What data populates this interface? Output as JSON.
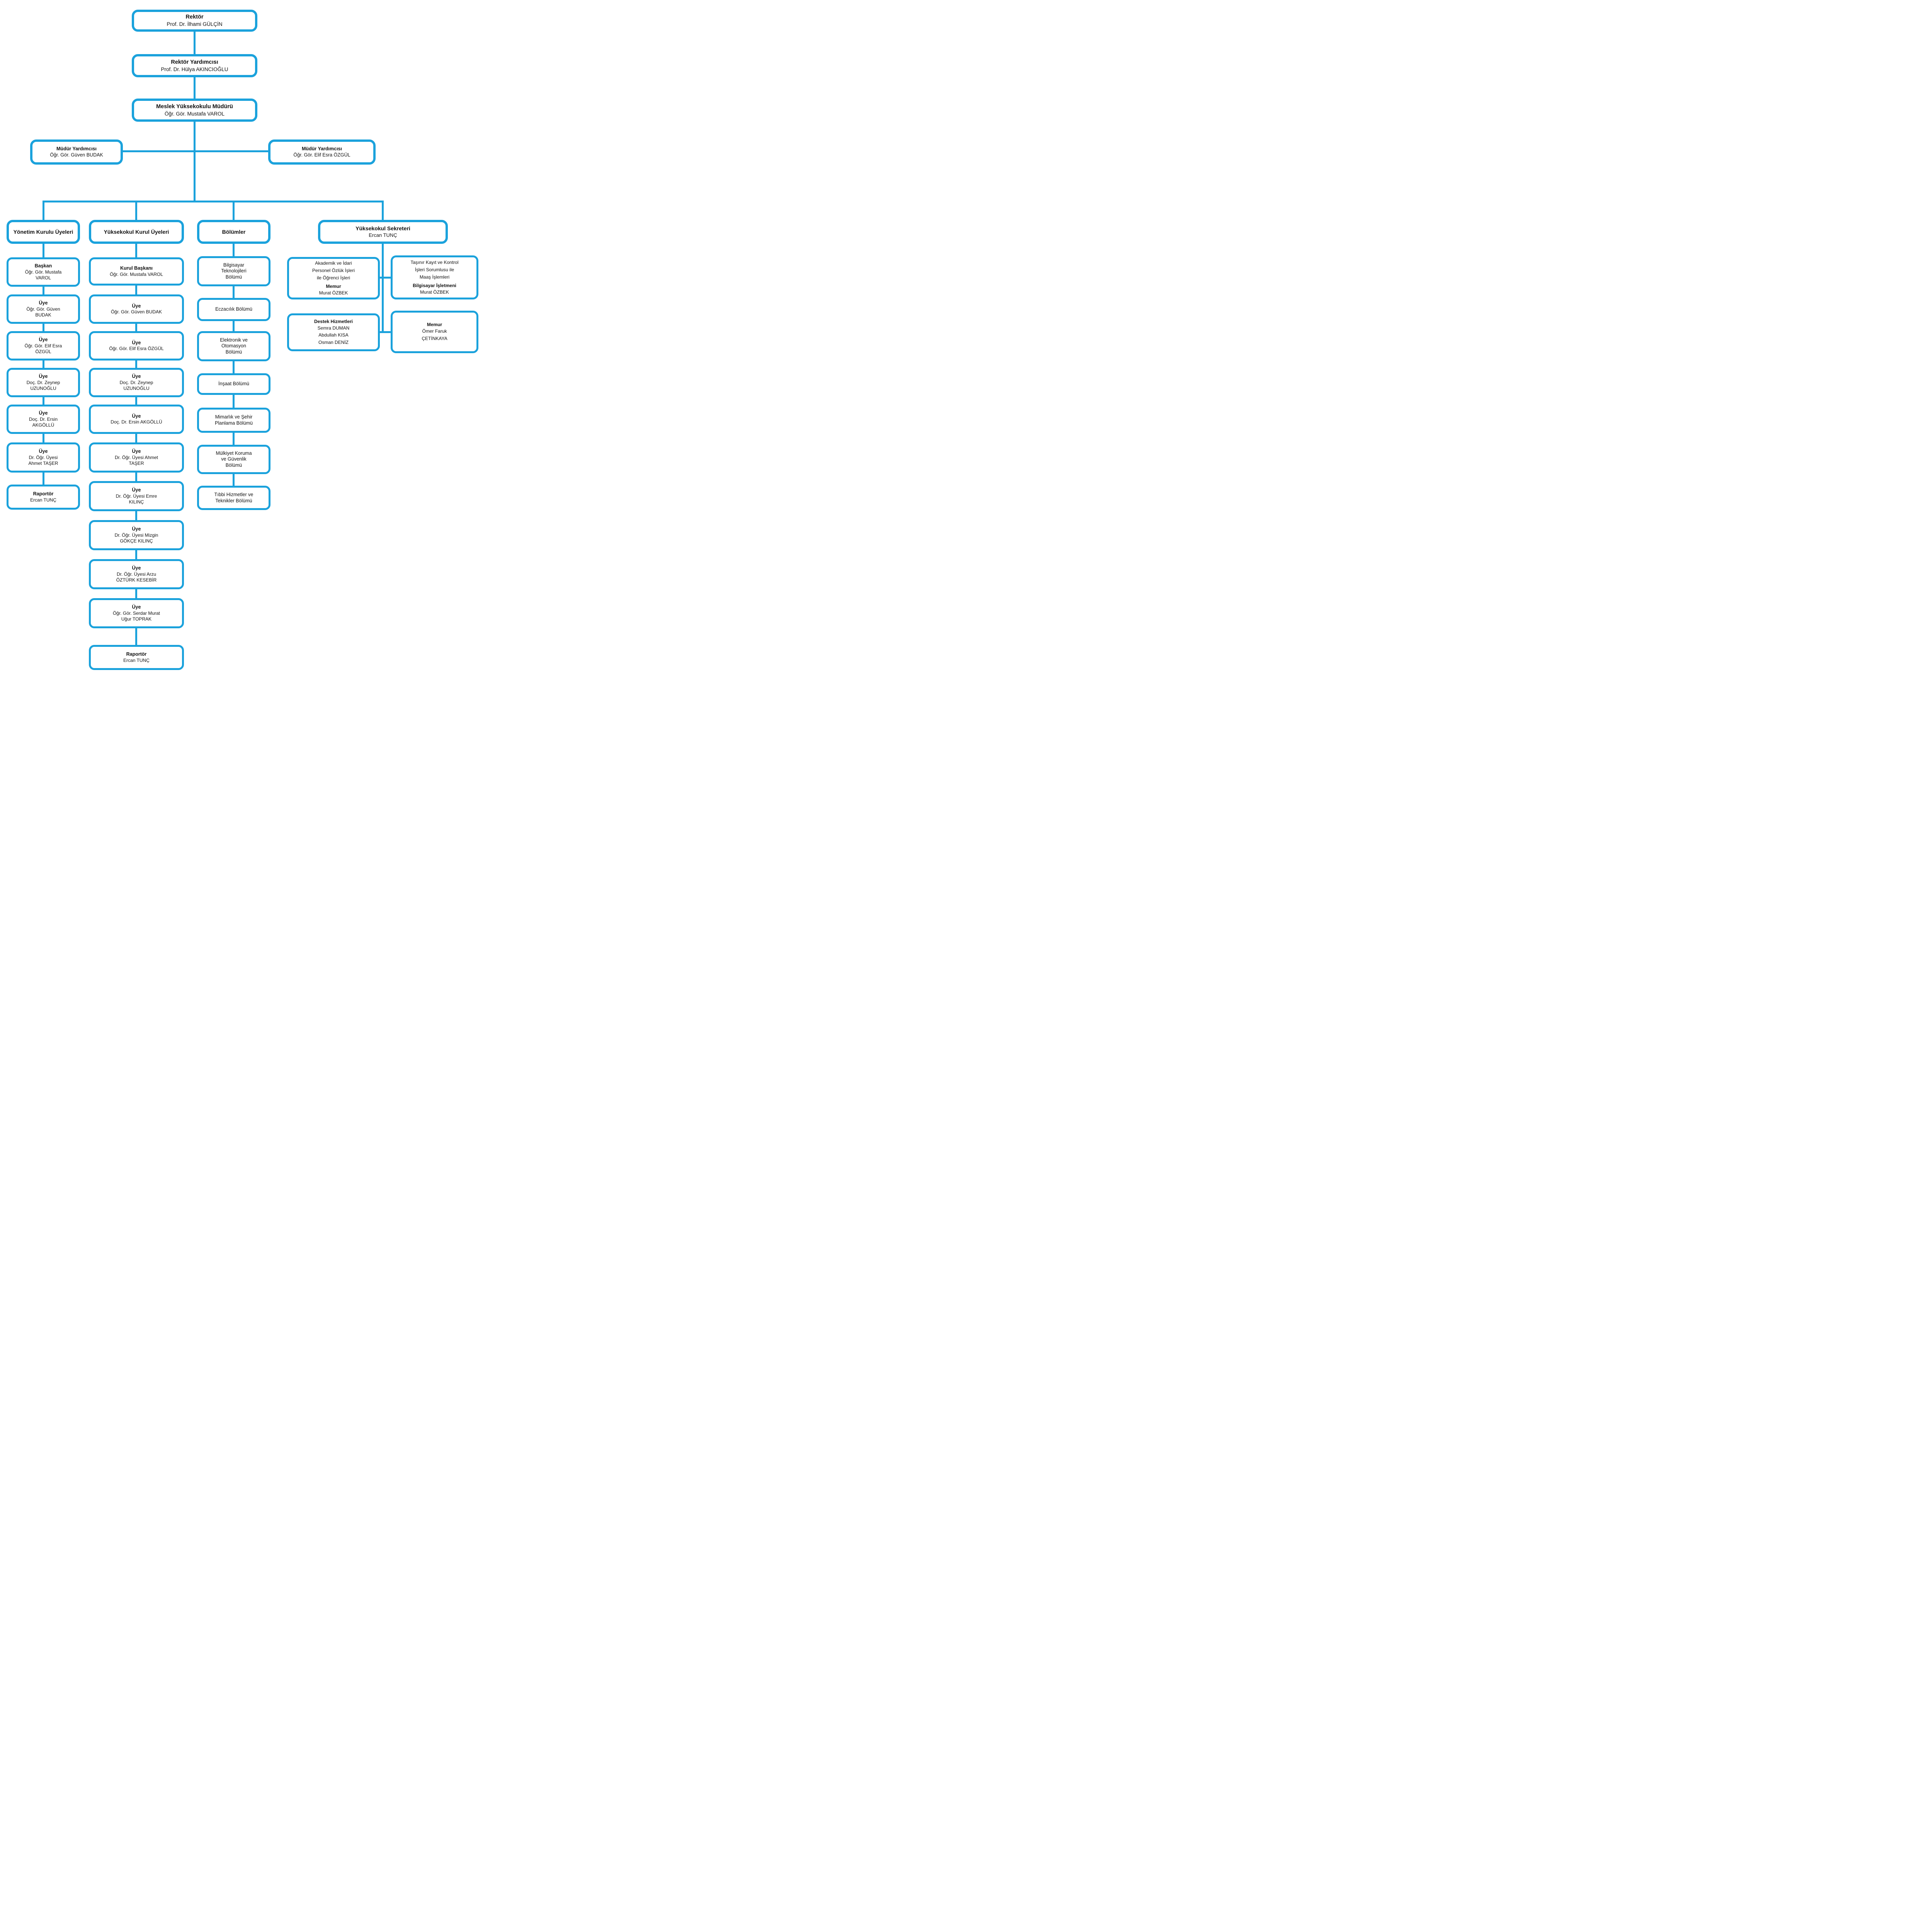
{
  "palette": {
    "accent": "#1BA2DC",
    "text": "#111111",
    "background": "#FFFFFF"
  },
  "top_chain": [
    {
      "title": "Rektör",
      "name": "Prof. Dr. İlhami GÜLÇİN"
    },
    {
      "title": "Rektör Yardımcısı",
      "name": "Prof. Dr. Hülya AKINCIOĞLU"
    },
    {
      "title": "Meslek Yüksekokulu Müdürü",
      "name": "Öğr. Gör. Mustafa VAROL"
    }
  ],
  "deputies": [
    {
      "title": "Müdür Yardımcısı",
      "name": "Öğr. Gör. Güven BUDAK"
    },
    {
      "title": "Müdür Yardımcısı",
      "name": "Öğr. Gör. Elif Esra ÖZGÜL"
    }
  ],
  "yonetim_kurulu": {
    "header": "Yönetim Kurulu Üyeleri",
    "items": [
      {
        "title": "Başkan",
        "name": "Öğr. Gör. Mustafa\nVAROL"
      },
      {
        "title": "Üye",
        "name": "Öğr. Gör. Güven\nBUDAK"
      },
      {
        "title": "Üye",
        "name": "Öğr. Gör. Elif Esra\nÖZGÜL"
      },
      {
        "title": "Üye",
        "name": "Doç. Dr. Zeynep\nUZUNOĞLU"
      },
      {
        "title": "Üye",
        "name": "Doç. Dr. Ersin\nAKGÖLLÜ"
      },
      {
        "title": "Üye",
        "name": "Dr. Öğr. Üyesi\nAhmet TAŞER"
      },
      {
        "title": "Raportör",
        "name": "Ercan TUNÇ"
      }
    ]
  },
  "yuksekokul_kurulu": {
    "header": "Yüksekokul Kurul Üyeleri",
    "items": [
      {
        "title": "Kurul Başkanı",
        "name": "Öğr. Gör. Mustafa VAROL"
      },
      {
        "title": "Üye",
        "name": "Öğr. Gör. Güven BUDAK"
      },
      {
        "title": "Üye",
        "name": "Öğr. Gör. Elif Esra ÖZGÜL"
      },
      {
        "title": "Üye",
        "name": "Doç. Dr. Zeynep\nUZUNOĞLU"
      },
      {
        "title": "Üye",
        "name": "Doç. Dr. Ersin AKGÖLLÜ"
      },
      {
        "title": "Üye",
        "name": "Dr. Öğr. Üyesi Ahmet\nTAŞER"
      },
      {
        "title": "Üye",
        "name": "Dr. Öğr. Üyesi Emre\nKILINÇ"
      },
      {
        "title": "Üye",
        "name": "Dr. Öğr. Üyesi Mizgin\nGÖKÇE KILINÇ"
      },
      {
        "title": "Üye",
        "name": "Dr. Öğr. Üyesi Arzu\nÖZTÜRK KESEBİR"
      },
      {
        "title": "Üye",
        "name": "Öğr. Gör. Serdar Murat\nUğur TOPRAK"
      },
      {
        "title": "Raportör",
        "name": "Ercan TUNÇ"
      }
    ]
  },
  "bolumler": {
    "header": "Bölümler",
    "items": [
      "Bilgisayar\nTeknolojileri\nBölümü",
      "Eczacılık Bölümü",
      "Elektronik ve\nOtomasyon\nBölümü",
      "İnşaat Bölümü",
      "Mimarlık ve Şehir\nPlanlama Bölümü",
      "Mülkiyet Koruma\nve Güvenlik\nBölümü",
      "Tıbbi Hizmetler ve\nTeknikler Bölümü"
    ]
  },
  "sekreterlik": {
    "header": "Yüksekokul Sekreteri",
    "name": "Ercan TUNÇ",
    "units": [
      {
        "role": "Akademik ve İdari\nPersonel Özlük İşleri\nile Öğrenci İşleri",
        "title": "Memur",
        "name": "Murat ÖZBEK"
      },
      {
        "role": "Taşınır Kayıt ve Kontrol\nİşleri Sorumlusu ile\nMaaş İşlemleri",
        "title": "Bilgisayar İşletmeni",
        "name": "Murat ÖZBEK"
      },
      {
        "title": "Destek Hizmetleri",
        "name": "Semra DUMAN\nAbdullah KISA\nOsman DENİZ"
      },
      {
        "title": "Memur",
        "name": "Ömer Faruk\nÇETİNKAYA"
      }
    ]
  }
}
